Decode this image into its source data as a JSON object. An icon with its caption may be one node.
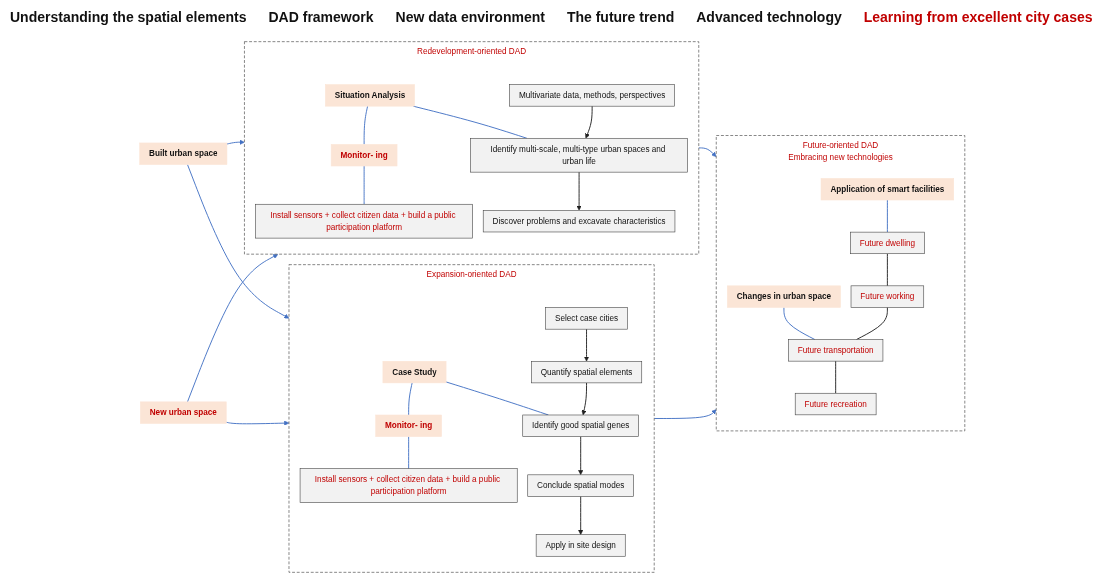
{
  "diagram": {
    "nodes": [
      {
        "text": [
          "Built urban space"
        ]
      },
      {
        "text": [
          "New urban space"
        ]
      },
      {
        "text": [
          "Redevelopment-oriented DAD"
        ]
      },
      {
        "text": [
          "Situation Analysis"
        ],
        "in": 2
      },
      {
        "text": [
          "Monitor- ing"
        ],
        "in": 2
      },
      {
        "text": [
          "Multivariate data, methods, perspectives"
        ],
        "in": 2
      },
      {
        "text": [
          "Identify multi-scale, multi-type urban spaces and urban life"
        ],
        "in": 2
      },
      {
        "text": [
          "Discover problems and excavate characteristics"
        ],
        "in": 2
      },
      {
        "text": [
          "Install sensors + collect citizen data + build a public participation platform"
        ],
        "in": 2
      },
      {
        "text": [
          "Expansion-oriented DAD"
        ]
      },
      {
        "text": [
          "Case Study"
        ],
        "in": 9
      },
      {
        "text": [
          "Monitor- ing"
        ],
        "in": 9
      },
      {
        "text": [
          "Select case cities"
        ],
        "in": 9
      },
      {
        "text": [
          "Quantify spatial elements"
        ],
        "in": 9
      },
      {
        "text": [
          "Identify good spatial genes"
        ],
        "in": 9
      },
      {
        "text": [
          "Conclude spatial modes"
        ],
        "in": 9
      },
      {
        "text": [
          "Apply in site design"
        ],
        "in": 9
      },
      {
        "text": [
          "Install sensors + collect citizen data + build a public participation platform"
        ],
        "in": 9
      },
      {
        "text": [
          "Future-oriented DAD",
          "Embracing new technologies"
        ]
      },
      {
        "text": [
          "Application of smart facilities"
        ],
        "in": 18
      },
      {
        "text": [
          "Changes in urban space"
        ],
        "in": 18
      },
      {
        "text": [
          "Future dwelling"
        ],
        "in": 18
      },
      {
        "text": [
          "Future working"
        ],
        "in": 18
      },
      {
        "text": [
          "Future transportation"
        ],
        "in": 18
      },
      {
        "text": [
          "Future recreation"
        ],
        "in": 18
      }
    ],
    "edges": [
      {
        "from": 0,
        "to": 2,
        "arrow": "to"
      },
      {
        "from": 0,
        "to": 9,
        "arrow": "to"
      },
      {
        "from": 1,
        "to": 2,
        "arrow": "to"
      },
      {
        "from": 1,
        "to": 9,
        "arrow": "to"
      },
      {
        "from": 3,
        "to": 4,
        "arrow": "none"
      },
      {
        "from": 3,
        "to": 6,
        "arrow": "none"
      },
      {
        "from": 4,
        "to": 8,
        "arrow": "none"
      },
      {
        "from": 5,
        "to": 6,
        "arrow": "to",
        "color": "#222222"
      },
      {
        "from": 6,
        "to": 7,
        "arrow": "to",
        "color": "#222222"
      },
      {
        "from": 10,
        "to": 11,
        "arrow": "none"
      },
      {
        "from": 10,
        "to": 14,
        "arrow": "none"
      },
      {
        "from": 11,
        "to": 17,
        "arrow": "none"
      },
      {
        "from": 12,
        "to": 13,
        "arrow": "to",
        "color": "#222222"
      },
      {
        "from": 13,
        "to": 14,
        "arrow": "to",
        "color": "#222222"
      },
      {
        "from": 14,
        "to": 15,
        "arrow": "to",
        "color": "#222222"
      },
      {
        "from": 15,
        "to": 16,
        "arrow": "to",
        "color": "#222222"
      },
      {
        "from": 2,
        "to": 18,
        "arrow": "to"
      },
      {
        "from": 9,
        "to": 18,
        "arrow": "to"
      },
      {
        "from": 19,
        "to": 21,
        "arrow": "none"
      },
      {
        "from": 20,
        "to": 23,
        "arrow": "none"
      },
      {
        "from": 21,
        "to": 22,
        "arrow": "none",
        "color": "#222222"
      },
      {
        "from": 22,
        "to": 23,
        "arrow": "none",
        "color": "#222222"
      },
      {
        "from": 23,
        "to": 24,
        "arrow": "none",
        "color": "#222222"
      }
    ],
    "labels": [
      "Understanding the spatial elements",
      "DAD framework",
      "New data environment",
      "The future trend",
      "Advanced technology",
      "Learning from excellent city cases"
    ]
  }
}
